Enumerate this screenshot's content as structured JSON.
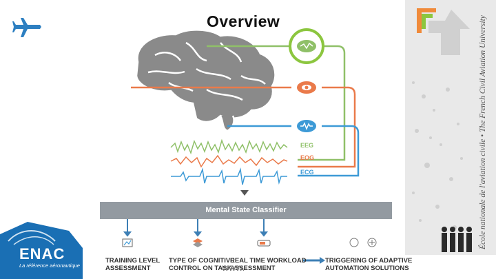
{
  "title": "Overview",
  "sidebar_text": "École nationale de l'aviation civile • The French Civil Aviation University",
  "signals": {
    "eeg": "EEG",
    "eog": "EOG",
    "ecg": "ECG"
  },
  "classifier": "Mental State Classifier",
  "outputs": [
    {
      "line1": "TRAINING LEVEL",
      "line2": "ASSESSMENT"
    },
    {
      "line1": "TYPE OF COGNITIVE",
      "line2": "CONTROL ON TASK"
    },
    {
      "line1": "REAL TIME WORKLOAD",
      "line2": "ASSESSMENT"
    },
    {
      "line1": "TRIGGERING OF ADAPTIVE",
      "line2": "AUTOMATION SOLUTIONS"
    }
  ],
  "logo": {
    "name": "ENAC",
    "tagline": "La référence aéronautique"
  },
  "watermark": "www.",
  "colors": {
    "green": "#8fc068",
    "orange": "#ea7a4a",
    "blue": "#3d9ad6",
    "bar": "#939aa1",
    "highlight": "#8cc63f"
  }
}
